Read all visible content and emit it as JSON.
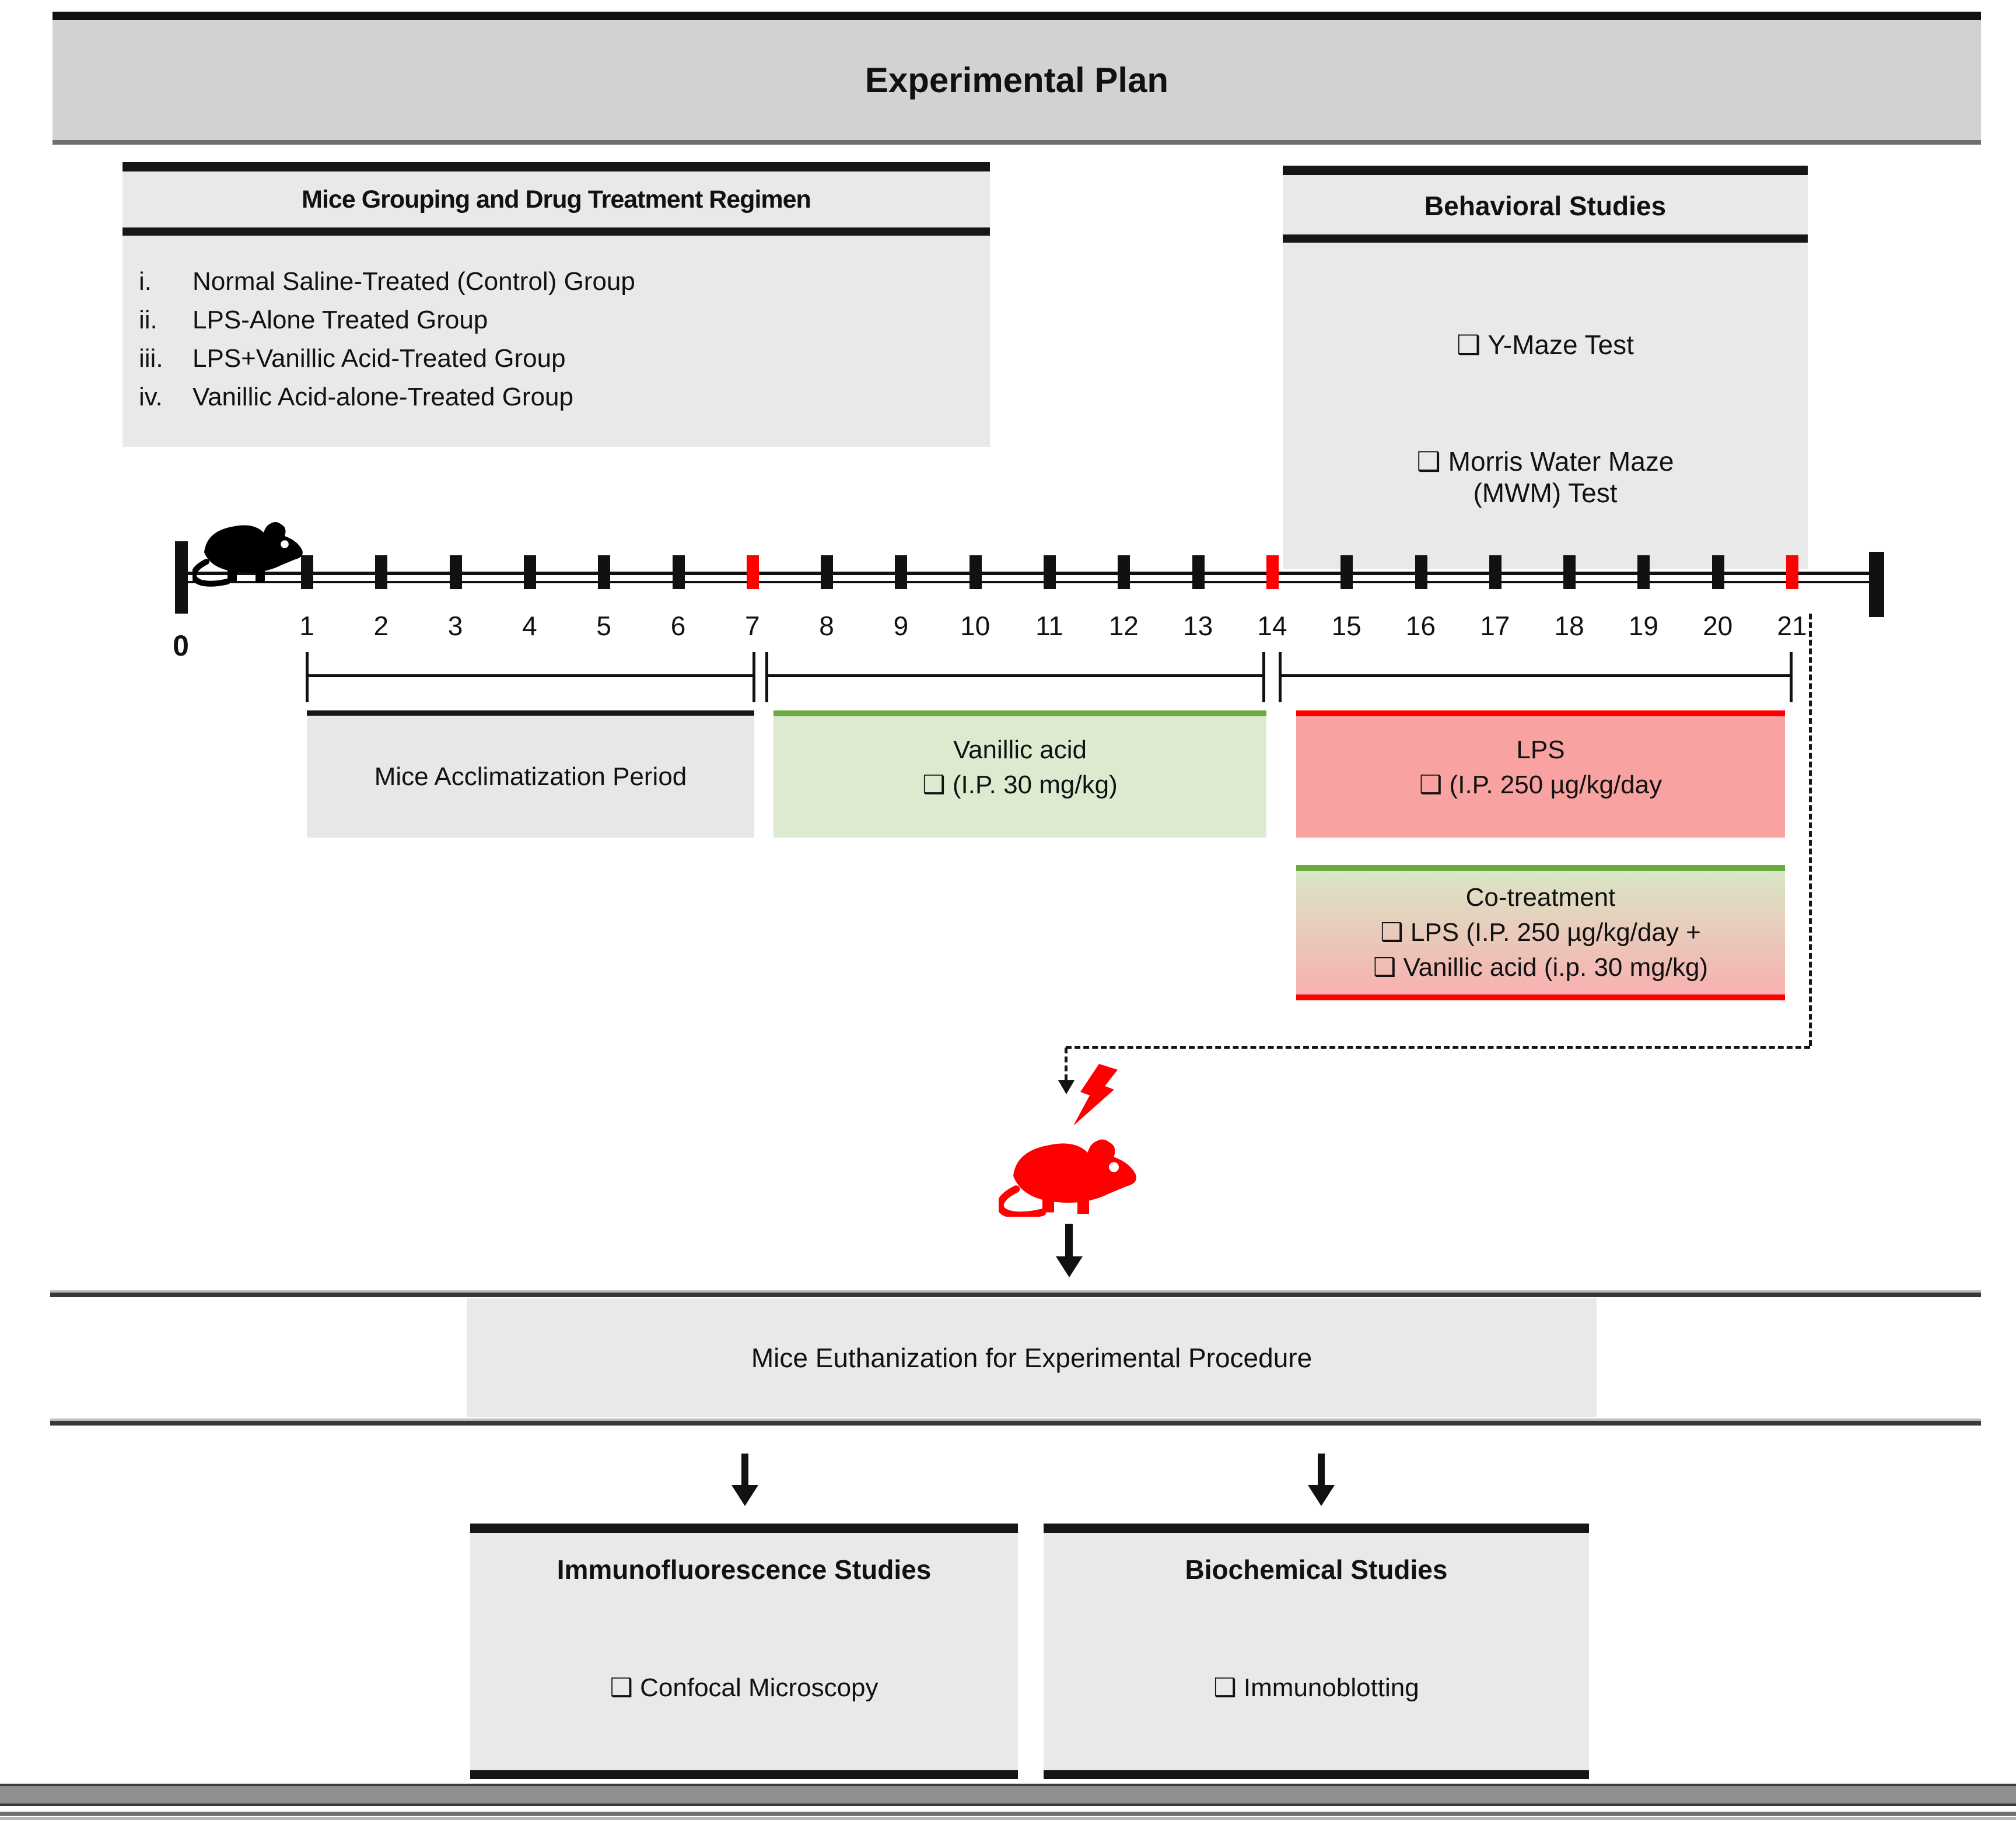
{
  "title": "Experimental Plan",
  "grouping_box": {
    "header": "Mice Grouping and Drug Treatment Regimen",
    "items": [
      {
        "numeral": "i.",
        "label": "Normal Saline-Treated (Control) Group"
      },
      {
        "numeral": "ii.",
        "label": "LPS-Alone Treated Group"
      },
      {
        "numeral": "iii.",
        "label": "LPS+Vanillic Acid-Treated Group"
      },
      {
        "numeral": "iv.",
        "label": "Vanillic Acid-alone-Treated Group"
      }
    ]
  },
  "behavioral_box": {
    "header": "Behavioral Studies",
    "item1": {
      "bullet": "❑",
      "label": "Y-Maze Test"
    },
    "item2": {
      "bullet": "❑",
      "label": "Morris Water Maze",
      "label2": "(MWM) Test"
    }
  },
  "timeline": {
    "start_label": "0",
    "days": [
      "1",
      "2",
      "3",
      "4",
      "5",
      "6",
      "7",
      "8",
      "9",
      "10",
      "11",
      "12",
      "13",
      "14",
      "15",
      "16",
      "17",
      "18",
      "19",
      "20",
      "21"
    ],
    "red_days": [
      7,
      14,
      21
    ]
  },
  "phases": {
    "acclimatization": {
      "label": "Mice Acclimatization Period"
    },
    "vanillic": {
      "line1": "Vanillic acid",
      "line2": "❑ (I.P. 30 mg/kg)"
    },
    "lps": {
      "line1": "LPS",
      "line2": "❑ (I.P. 250 µg/kg/day"
    },
    "cotreatment": {
      "line1": "Co-treatment",
      "line2": "❑ LPS (I.P. 250 µg/kg/day +",
      "line3": "❑ Vanillic acid (i.p. 30 mg/kg)"
    }
  },
  "euthanization": {
    "label": "Mice Euthanization for Experimental Procedure"
  },
  "outcome_boxes": {
    "immunofluorescence": {
      "header": "Immunofluorescence Studies",
      "item": "❑ Confocal Microscopy"
    },
    "biochemical": {
      "header": "Biochemical Studies",
      "item": "❑ Immunoblotting"
    }
  },
  "colors": {
    "accent_green": "#6aaa3f",
    "accent_red": "#ff0000",
    "green_fill": "#dcead0",
    "pink_fill": "#f9a2a2",
    "panel_gray": "#e9e9e9",
    "title_gray": "#d2d2d2"
  }
}
